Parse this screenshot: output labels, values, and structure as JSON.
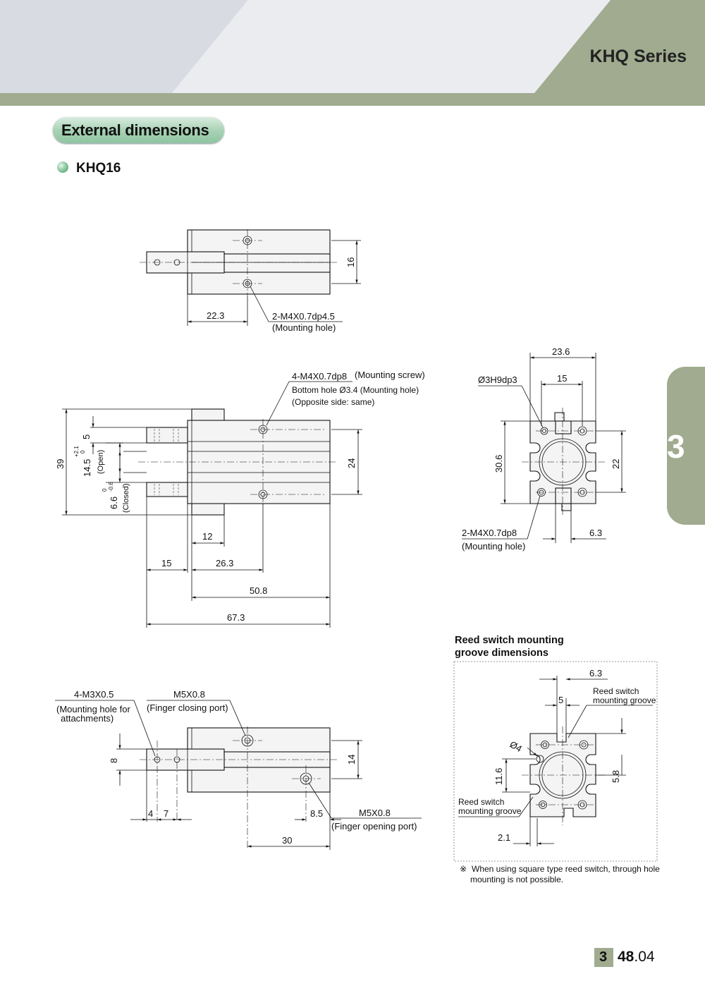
{
  "header": {
    "series_title": "KHQ Series"
  },
  "section": {
    "title": "External dimensions"
  },
  "model": {
    "name": "KHQ16"
  },
  "side_tab": {
    "chapter": "3"
  },
  "colors": {
    "header_green": "#a0ab8f",
    "pill_green": "#9ccbab",
    "drawing_fill": "#f4f4f4"
  },
  "top_view": {
    "dim_22_3": "22.3",
    "dim_16": "16",
    "hole_callout": "2-M4X0.7dp4.5",
    "hole_note": "(Mounting hole)"
  },
  "front_view": {
    "screw_callout": "4-M4X0.7dp8",
    "screw_note": "(Mounting screw)",
    "bottom_hole": "Bottom hole Ø3.4 (Mounting hole)",
    "opposite": "(Opposite side: same)",
    "dim_39": "39",
    "dim_5": "5",
    "dim_14_5": "14.5",
    "tol_14_5_upper": "+2.1",
    "tol_14_5_lower": "0",
    "open_note": "(Open)",
    "dim_6_6": "6.6",
    "tol_6_6_upper": "0",
    "tol_6_6_lower": "-0.6",
    "closed_note": "(Closed)",
    "dim_24": "24",
    "dim_12": "12",
    "dim_15": "15",
    "dim_26_3": "26.3",
    "dim_50_8": "50.8",
    "dim_67_3": "67.3"
  },
  "end_view": {
    "dim_23_6": "23.6",
    "dim_15": "15",
    "pin_callout": "Ø3H9dp3",
    "dim_30_6": "30.6",
    "dim_22": "22",
    "dim_6_3": "6.3",
    "hole_callout": "2-M4X0.7dp8",
    "hole_note": "(Mounting hole)"
  },
  "bottom_view": {
    "att_callout": "4-M3X0.5",
    "att_note_1": "(Mounting hole for",
    "att_note_2": "attachments)",
    "close_port": "M5X0.8",
    "close_note": "(Finger closing port)",
    "open_port": "M5X0.8",
    "open_note": "(Finger opening port)",
    "dim_8": "8",
    "dim_14": "14",
    "dim_4": "4",
    "dim_7": "7",
    "dim_8_5": "8.5",
    "dim_30": "30"
  },
  "reed_switch": {
    "title_1": "Reed switch mounting",
    "title_2": "groove dimensions",
    "dim_6_3": "6.3",
    "dim_5": "5",
    "groove_top_1": "Reed switch",
    "groove_top_2": "mounting groove",
    "dia_4": "Ø4",
    "dim_11_6": "11.6",
    "dim_5_8": "5.8",
    "groove_left_1": "Reed switch",
    "groove_left_2": "mounting groove",
    "dim_2_1": "2.1",
    "note_mark": "※",
    "note_1": "When using square type reed switch, through hole",
    "note_2": "mounting is not possible."
  },
  "footer": {
    "chapter": "3",
    "page_major": "48",
    "page_minor": ".04"
  }
}
